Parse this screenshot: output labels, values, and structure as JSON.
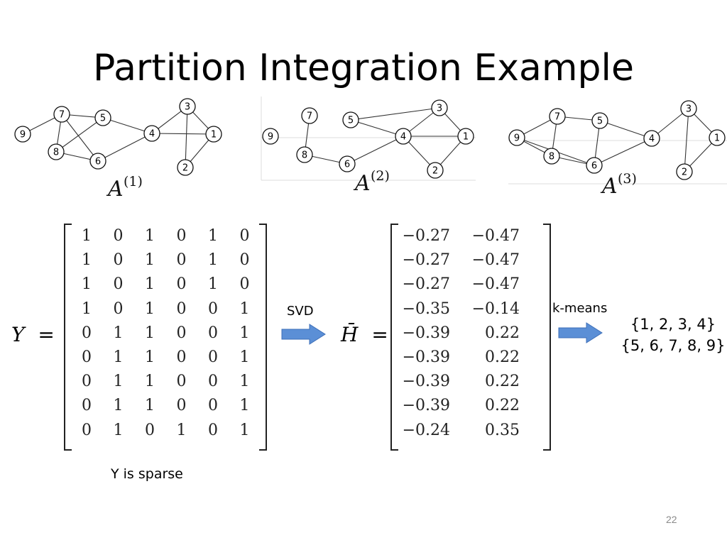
{
  "title": "Partition Integration Example",
  "graphs": [
    {
      "label_base": "A",
      "label_sup": "(1)",
      "nodes": [
        "1",
        "2",
        "3",
        "4",
        "5",
        "6",
        "7",
        "8",
        "9"
      ],
      "edges": [
        [
          "9",
          "7"
        ],
        [
          "7",
          "5"
        ],
        [
          "7",
          "8"
        ],
        [
          "7",
          "6"
        ],
        [
          "8",
          "6"
        ],
        [
          "8",
          "5"
        ],
        [
          "5",
          "4"
        ],
        [
          "6",
          "4"
        ],
        [
          "4",
          "3"
        ],
        [
          "4",
          "1"
        ],
        [
          "3",
          "1"
        ],
        [
          "3",
          "2"
        ],
        [
          "2",
          "1"
        ]
      ]
    },
    {
      "label_base": "A",
      "label_sup": "(2)",
      "nodes": [
        "1",
        "2",
        "3",
        "4",
        "5",
        "6",
        "7",
        "8",
        "9"
      ],
      "edges": [
        [
          "7",
          "8"
        ],
        [
          "8",
          "6"
        ],
        [
          "6",
          "4"
        ],
        [
          "5",
          "3"
        ],
        [
          "5",
          "4"
        ],
        [
          "3",
          "4"
        ],
        [
          "4",
          "1"
        ],
        [
          "3",
          "1"
        ],
        [
          "4",
          "2"
        ],
        [
          "2",
          "1"
        ]
      ]
    },
    {
      "label_base": "A",
      "label_sup": "(3)",
      "nodes": [
        "1",
        "2",
        "3",
        "4",
        "5",
        "6",
        "7",
        "8",
        "9"
      ],
      "edges": [
        [
          "9",
          "7"
        ],
        [
          "9",
          "8"
        ],
        [
          "9",
          "6"
        ],
        [
          "7",
          "8"
        ],
        [
          "7",
          "5"
        ],
        [
          "8",
          "6"
        ],
        [
          "5",
          "6"
        ],
        [
          "5",
          "4"
        ],
        [
          "6",
          "4"
        ],
        [
          "4",
          "3"
        ],
        [
          "3",
          "1"
        ],
        [
          "3",
          "2"
        ],
        [
          "2",
          "1"
        ]
      ]
    }
  ],
  "matrix_y": {
    "lhs_var": "Y",
    "equals": "=",
    "rows": [
      [
        "1",
        "0",
        "1",
        "0",
        "1",
        "0"
      ],
      [
        "1",
        "0",
        "1",
        "0",
        "1",
        "0"
      ],
      [
        "1",
        "0",
        "1",
        "0",
        "1",
        "0"
      ],
      [
        "1",
        "0",
        "1",
        "0",
        "0",
        "1"
      ],
      [
        "0",
        "1",
        "1",
        "0",
        "0",
        "1"
      ],
      [
        "0",
        "1",
        "1",
        "0",
        "0",
        "1"
      ],
      [
        "0",
        "1",
        "1",
        "0",
        "0",
        "1"
      ],
      [
        "0",
        "1",
        "1",
        "0",
        "0",
        "1"
      ],
      [
        "0",
        "1",
        "0",
        "1",
        "0",
        "1"
      ]
    ]
  },
  "matrix_h": {
    "lhs_var": "H̄",
    "equals": "=",
    "rows": [
      [
        "−0.27",
        "−0.47"
      ],
      [
        "−0.27",
        "−0.47"
      ],
      [
        "−0.27",
        "−0.47"
      ],
      [
        "−0.35",
        "−0.14"
      ],
      [
        "−0.39",
        "0.22"
      ],
      [
        "−0.39",
        "0.22"
      ],
      [
        "−0.39",
        "0.22"
      ],
      [
        "−0.39",
        "0.22"
      ],
      [
        "−0.24",
        "0.35"
      ]
    ]
  },
  "svd_label": "SVD",
  "kmeans_label": "k-means",
  "clusters": [
    "{1, 2, 3, 4}",
    "{5, 6, 7, 8, 9}"
  ],
  "sparse_note": "Y is sparse",
  "page_number": "22",
  "colors": {
    "arrow_fill": "#5b8fd6",
    "arrow_stroke": "#3e6fb8"
  }
}
